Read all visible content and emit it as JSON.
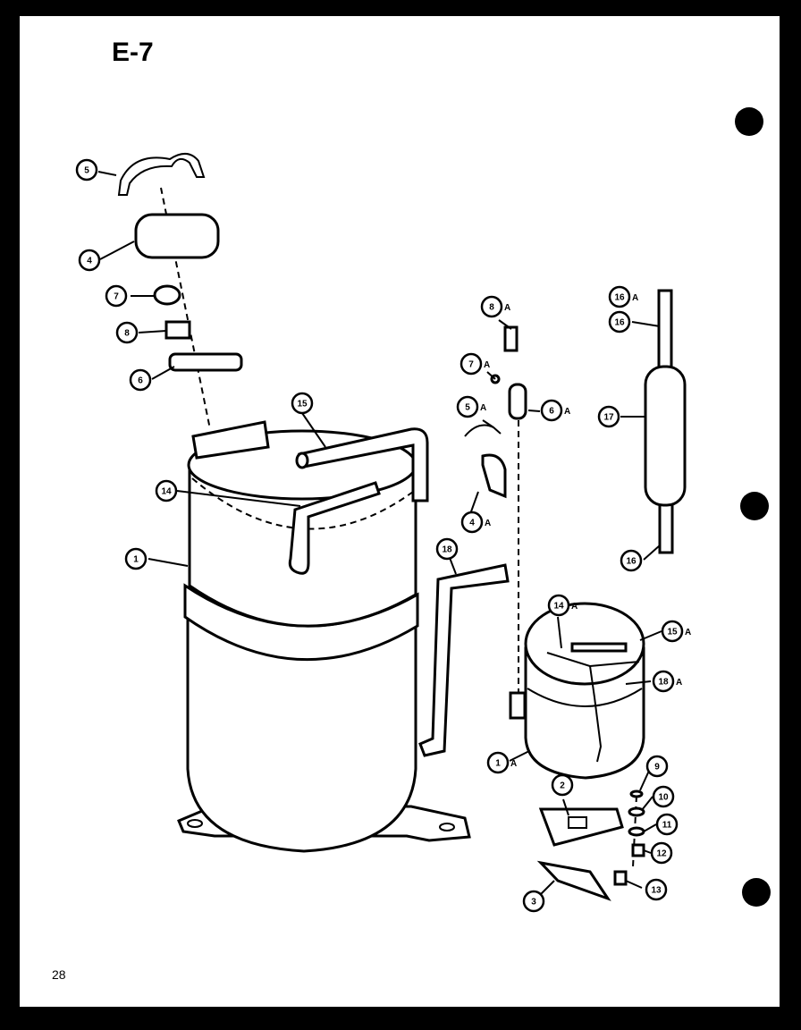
{
  "page": {
    "title": "E-7",
    "page_number": "28"
  },
  "callouts": [
    {
      "label": "5",
      "suffix": ""
    },
    {
      "label": "4",
      "suffix": ""
    },
    {
      "label": "7",
      "suffix": ""
    },
    {
      "label": "8",
      "suffix": ""
    },
    {
      "label": "6",
      "suffix": ""
    },
    {
      "label": "15",
      "suffix": ""
    },
    {
      "label": "14",
      "suffix": ""
    },
    {
      "label": "1",
      "suffix": ""
    },
    {
      "label": "18",
      "suffix": ""
    },
    {
      "label": "8",
      "suffix": "A"
    },
    {
      "label": "7",
      "suffix": "A"
    },
    {
      "label": "5",
      "suffix": "A"
    },
    {
      "label": "6",
      "suffix": "A"
    },
    {
      "label": "4",
      "suffix": "A"
    },
    {
      "label": "16",
      "suffix": "A"
    },
    {
      "label": "16",
      "suffix": ""
    },
    {
      "label": "17",
      "suffix": ""
    },
    {
      "label": "16",
      "suffix": ""
    },
    {
      "label": "14",
      "suffix": "A"
    },
    {
      "label": "15",
      "suffix": "A"
    },
    {
      "label": "18",
      "suffix": "A"
    },
    {
      "label": "1",
      "suffix": "A"
    },
    {
      "label": "9",
      "suffix": ""
    },
    {
      "label": "2",
      "suffix": ""
    },
    {
      "label": "10",
      "suffix": ""
    },
    {
      "label": "11",
      "suffix": ""
    },
    {
      "label": "12",
      "suffix": ""
    },
    {
      "label": "3",
      "suffix": ""
    },
    {
      "label": "13",
      "suffix": ""
    }
  ]
}
